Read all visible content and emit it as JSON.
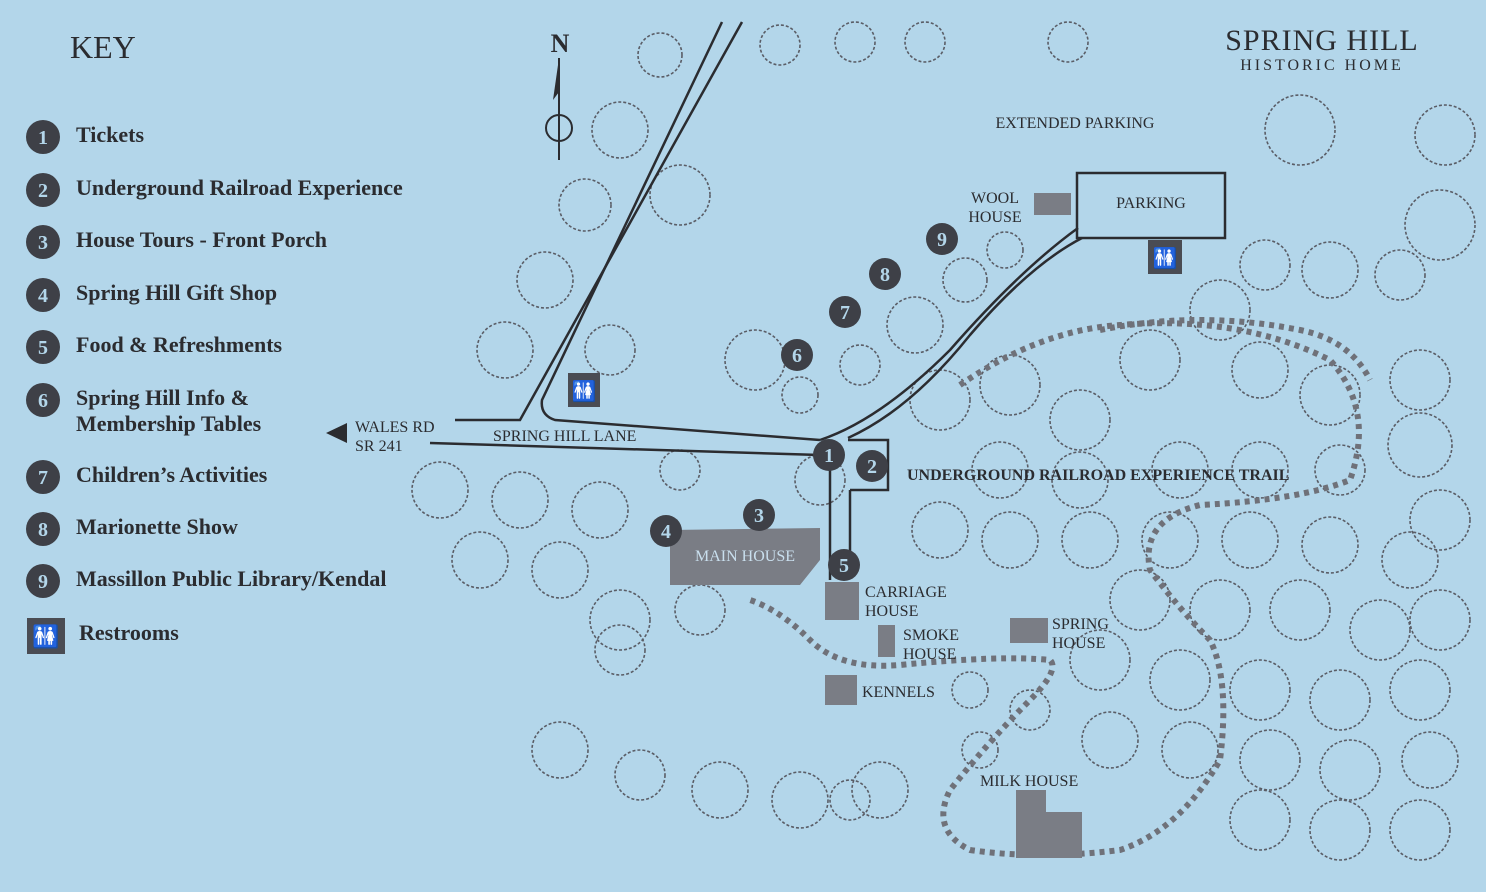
{
  "title": {
    "main": "SPRING HILL",
    "sub": "HISTORIC HOME"
  },
  "key": {
    "heading": "KEY",
    "items": [
      {
        "number": "1",
        "label": "Tickets"
      },
      {
        "number": "2",
        "label": "Underground Railroad Experience"
      },
      {
        "number": "3",
        "label": "House Tours - Front Porch"
      },
      {
        "number": "4",
        "label": "Spring Hill  Gift Shop"
      },
      {
        "number": "5",
        "label": "Food & Refreshments"
      },
      {
        "number": "6",
        "label": "Spring Hill Info &",
        "label2": "Membership Tables"
      },
      {
        "number": "7",
        "label": "Children’s Activities"
      },
      {
        "number": "8",
        "label": "Marionette Show"
      },
      {
        "number": "9",
        "label": "Massillon Public Library/Kendal"
      }
    ],
    "restrooms_label": "Restrooms"
  },
  "compass": {
    "letter": "N"
  },
  "labels": {
    "extended_parking": "EXTENDED PARKING",
    "parking": "PARKING",
    "wool_house_1": "WOOL",
    "wool_house_2": "HOUSE",
    "wales_rd": "WALES RD",
    "sr241": "SR 241",
    "spring_hill_lane": "SPRING HILL LANE",
    "main_house": "MAIN HOUSE",
    "carriage_1": "CARRIAGE",
    "carriage_2": "HOUSE",
    "smoke_1": "SMOKE",
    "smoke_2": "HOUSE",
    "spring_1": "SPRING",
    "spring_2": "HOUSE",
    "kennels": "KENNELS",
    "milk_house": "MILK HOUSE",
    "trail": "UNDERGROUND RAILROAD EXPERIENCE TRAIL"
  },
  "markers": [
    "1",
    "2",
    "3",
    "4",
    "5",
    "6",
    "7",
    "8",
    "9"
  ],
  "colors": {
    "background": "#b3d6ea",
    "ink": "#2b2c30",
    "building": "#7a7d85"
  }
}
